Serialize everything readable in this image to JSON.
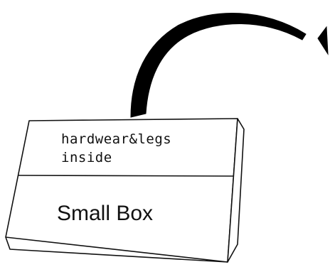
{
  "diagram": {
    "box": {
      "top_label_line1": "hardwear&legs",
      "top_label_line2": "inside",
      "main_label": "Small Box"
    },
    "arrow": {
      "direction": "up-and-right",
      "color": "#000000"
    },
    "colors": {
      "stroke": "#111111",
      "fill": "#ffffff"
    }
  }
}
